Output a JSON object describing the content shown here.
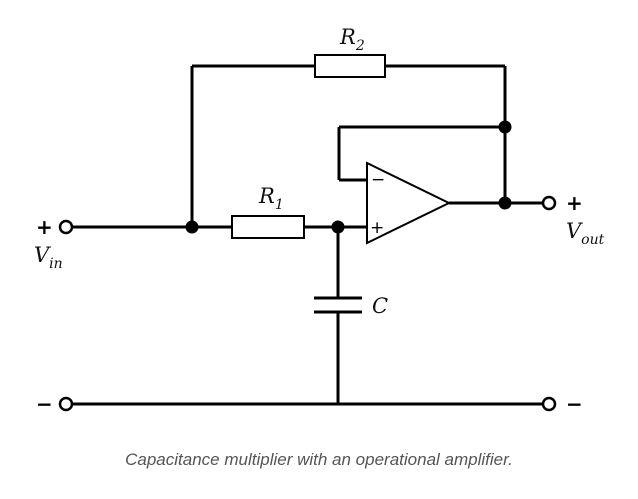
{
  "labels": {
    "r1": "R",
    "r1_sub": "1",
    "r2": "R",
    "r2_sub": "2",
    "c": "C",
    "vin": "V",
    "vin_sub": "in",
    "vout": "V",
    "vout_sub": "out"
  },
  "signs": {
    "vin_plus": "+",
    "vin_minus": "−",
    "vout_plus": "+",
    "vout_minus": "−",
    "opamp_inverting": "−",
    "opamp_noninverting": "+"
  },
  "caption": "Capacitance multiplier with an operational amplifier."
}
